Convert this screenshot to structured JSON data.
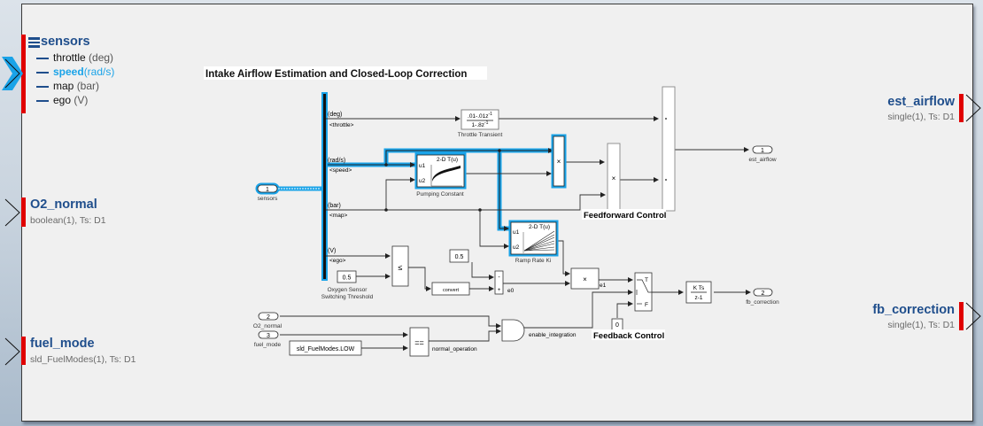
{
  "inputs": {
    "sensors": {
      "name": "sensors",
      "items": [
        {
          "name": "throttle",
          "unit": "(deg)"
        },
        {
          "name": "speed",
          "unit": "(rad/s)"
        },
        {
          "name": "map",
          "unit": "(bar)"
        },
        {
          "name": "ego",
          "unit": "(V)"
        }
      ]
    },
    "o2_normal": {
      "name": "O2_normal",
      "type": "boolean(1), Ts: D1"
    },
    "fuel_mode": {
      "name": "fuel_mode",
      "type": "sld_FuelModes(1), Ts: D1"
    }
  },
  "outputs": {
    "est_airflow": {
      "name": "est_airflow",
      "type": "single(1), Ts: D1"
    },
    "fb_correction": {
      "name": "fb_correction",
      "type": "single(1), Ts: D1"
    }
  },
  "diagram": {
    "title": "Intake Airflow Estimation and Closed-Loop Correction",
    "feedforward_label": "Feedforward Control",
    "feedback_label": "Feedback Control",
    "inport_sensors": {
      "num": "1",
      "label": "sensors"
    },
    "inport_o2": {
      "num": "2",
      "label": "O2_normal"
    },
    "inport_fuel": {
      "num": "3",
      "label": "fuel_mode"
    },
    "outport_est": {
      "num": "1",
      "label": "est_airflow"
    },
    "outport_fb": {
      "num": "2",
      "label": "fb_correction"
    },
    "bus_signals": {
      "throttle_unit": "(deg)",
      "throttle_sig": "<throttle>",
      "speed_unit": "(rad/s)",
      "speed_sig": "<speed>",
      "map_unit": "(bar)",
      "map_sig": "<map>",
      "ego_unit": "(V)",
      "ego_sig": "<ego>"
    },
    "throttle_transient": {
      "num": ".01-.01z",
      "den": "1-.8z",
      "exp": "-1",
      "label": "Throttle Transient"
    },
    "pumping_constant": {
      "title": "2-D T(u)",
      "u1": "u1",
      "u2": "u2",
      "label": "Pumping Constant"
    },
    "ramp_rate": {
      "title": "2-D T(u)",
      "u1": "u1",
      "u2": "u2",
      "label": "Ramp Rate Ki"
    },
    "product": "×",
    "ego_threshold": {
      "value": "0.5",
      "label1": "Oxygen Sensor",
      "label2": "Switching Threshold"
    },
    "relational": "≤",
    "convert": "convert",
    "const_half": "0.5",
    "sum_minus": "-",
    "sum_plus": "+",
    "e0": "e0",
    "e1": "e1",
    "switch_t": "T",
    "switch_f": "F",
    "const_zero": "0",
    "integrator": {
      "num": "K Ts",
      "den": "z-1"
    },
    "fuelmodes_const": "sld_FuelModes.LOW",
    "equals": "==",
    "normal_operation": "normal_operation",
    "enable_integration": "enable_integration"
  },
  "colors": {
    "highlight": "#1aa3e8",
    "port_bar": "#e00000",
    "port_name": "#1f4e8c"
  }
}
